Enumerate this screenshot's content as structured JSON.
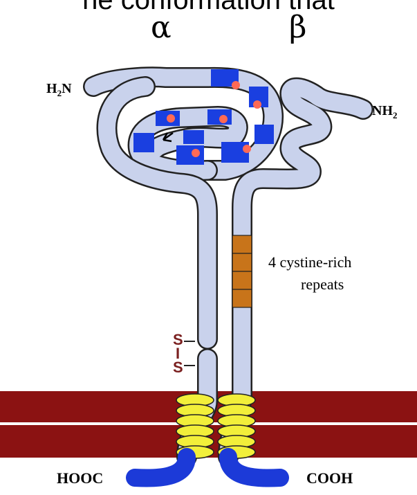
{
  "title_fragment": "he conformation that",
  "subunits": {
    "alpha": "α",
    "beta": "β"
  },
  "termini": {
    "alpha_n": "H",
    "alpha_n_sub": "2",
    "alpha_n_tail": "N",
    "beta_n": "NH",
    "beta_n_sub": "2",
    "alpha_c": "HOOC",
    "beta_c": "COOH"
  },
  "annotation": {
    "line1": "4 cystine-rich",
    "line2": "repeats"
  },
  "disulfide": {
    "top": "S",
    "mid": "I",
    "bottom": "S"
  },
  "colors": {
    "chain": "#c9d2ec",
    "outline": "#222222",
    "domain": "#1a3fe0",
    "dot": "#ff6a55",
    "repeat": "#c8741a",
    "membrane": "#8b1212",
    "helix": "#f2ef3a",
    "cytoplasmic": "#1c3ad8",
    "ss": "#7a1f1f"
  }
}
